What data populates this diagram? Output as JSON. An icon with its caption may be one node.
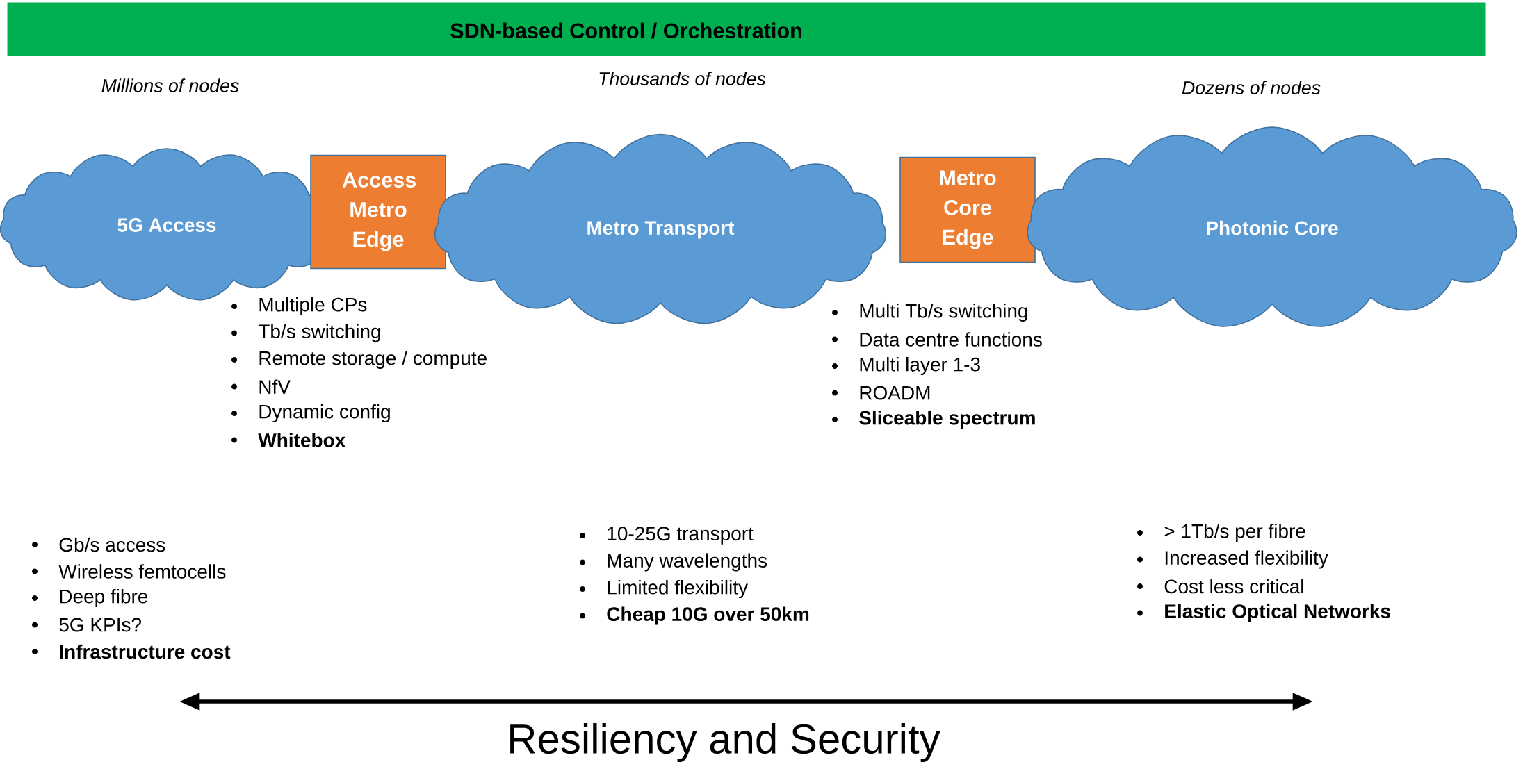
{
  "diagram": {
    "nodes": [
      {
        "text": [
          "SDN-based Control / Orchestration"
        ]
      },
      {
        "text": [
          "5G Access"
        ]
      },
      {
        "text": [
          "Access Metro Edge"
        ]
      },
      {
        "text": [
          "Metro Transport"
        ]
      },
      {
        "text": [
          "Metro Core Edge"
        ]
      },
      {
        "text": [
          "Photonic Core"
        ]
      }
    ],
    "edges": [],
    "labels": [
      "Millions of nodes",
      "Thousands of nodes",
      "Dozens of nodes",
      "Multiple CPs",
      "Tb/s switching",
      "Remote storage / compute",
      "NfV",
      "Dynamic config",
      "Whitebox",
      "Multi Tb/s switching",
      "Data centre functions",
      "Multi layer 1-3",
      "ROADM",
      "Sliceable spectrum",
      "Gb/s access",
      "Wireless femtocells",
      "Deep fibre",
      "5G KPIs?",
      "Infrastructure cost",
      "10-25G transport",
      "Many wavelengths",
      "Limited flexibility",
      "Cheap 10G over 50km",
      "> 1Tb/s per fibre",
      "Increased flexibility",
      "Cost less critical",
      "Elastic Optical Networks",
      "Resiliency and Security"
    ]
  }
}
